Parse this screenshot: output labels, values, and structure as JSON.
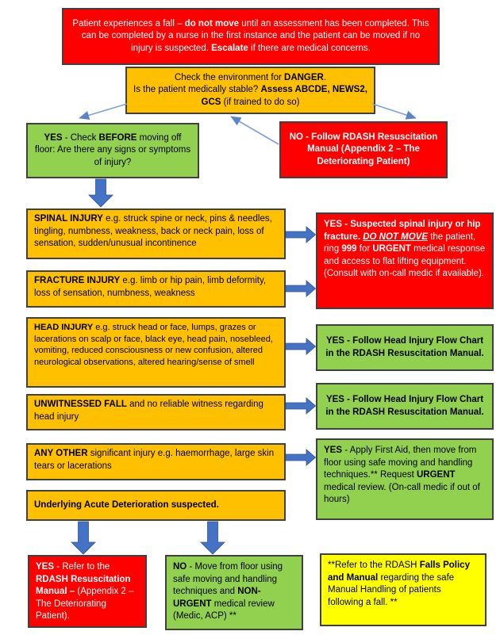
{
  "page": {
    "title": "Patient fall assessment flowchart"
  },
  "colors": {
    "red": "#FF0000",
    "orange": "#FFC000",
    "green": "#92D050",
    "yellow": "#FFFF00",
    "block_arrow": "#4472C4",
    "thin_arrow": "#7F9FD8",
    "border": "#404040"
  },
  "boxes": {
    "top_warning": {
      "t1": "Patient experiences a fall – ",
      "b1": "do not move",
      "t2": " until an assessment has been completed. This can be completed by a nurse in the first instance and the patient can be moved if no injury is suspected. ",
      "b2": "Escalate",
      "t3": " if there are medical concerns."
    },
    "check_environment": {
      "t1": "Check the environment for ",
      "b1": "DANGER",
      "t2": ".",
      "t3": "Is the patient medically stable? ",
      "b2": "Assess ABCDE, NEWS2, GCS",
      "t4": " (if trained to do so)"
    },
    "yes_check_before": {
      "b1": "YES",
      "t1": " - Check ",
      "b2": "BEFORE",
      "t2": " moving off floor: Are there any signs or symptoms of injury?"
    },
    "no_follow_rdash": {
      "b1": "NO",
      "t1": " - Follow RDASH Resuscitation Manual (Appendix 2 – The Deteriorating Patient)"
    },
    "spinal_injury": {
      "b1": "SPINAL INJURY",
      "t1": " e.g. struck spine or neck, pins & needles, tingling, numbness, weakness, back or neck pain, loss of sensation, sudden/unusual incontinence"
    },
    "spinal_result": {
      "b1": "YES - Suspected spinal injury or hip fracture. ",
      "u1": "DO NOT MOVE",
      "t1": " the patient, ring ",
      "b2": "999",
      "t2": " for ",
      "b3": "URGENT",
      "t3": " medical response and access to flat lifting equipment. (Consult with on-call medic if available)."
    },
    "fracture_injury": {
      "b1": "FRACTURE INJURY",
      "t1": " e.g. limb or hip pain, limb deformity, loss of sensation, numbness, weakness"
    },
    "head_injury": {
      "b1": "HEAD INJURY",
      "t1": " e.g. struck head or face, lumps, grazes or lacerations on scalp or face, black eye, head pain, nosebleed, vomiting, reduced consciousness or new confusion, altered neurological observations, altered hearing/sense of smell"
    },
    "head_result_1": {
      "text": "YES - Follow Head Injury Flow Chart in the RDASH Resuscitation Manual."
    },
    "head_result_2": {
      "text": "YES - Follow Head Injury Flow Chart in the RDASH Resuscitation Manual."
    },
    "unwitnessed_fall": {
      "b1": "UNWITNESSED FALL",
      "t1": " and no reliable witness regarding head injury"
    },
    "any_other_injury": {
      "b1": "ANY OTHER",
      "t1": " significant injury e.g. haemorrhage, large skin tears or lacerations"
    },
    "any_other_result": {
      "b1": "YES",
      "t1": " - Apply First Aid, then move from floor using safe moving and handling techniques.** Request ",
      "b2": "URGENT",
      "t2": " medical review. (On-call medic if out of hours)"
    },
    "acute_deterioration": {
      "text": "Underlying Acute Deterioration suspected."
    },
    "deterioration_yes": {
      "b1": "YES",
      "t1": " - Refer to the ",
      "b2": "RDASH Resuscitation Manual –",
      "t2": " (Appendix 2 – The Deteriorating Patient)."
    },
    "deterioration_no": {
      "b1": "NO",
      "t1": " - Move from floor using safe moving and handling techniques and ",
      "b2": "NON-URGENT",
      "t2": " medical review (Medic, ACP) **"
    },
    "falls_policy_note": {
      "t1": "**Refer to the RDASH ",
      "b1": "Falls Policy and Manual",
      "t2": " regarding the safe Manual Handling of patients following a fall. **"
    }
  }
}
